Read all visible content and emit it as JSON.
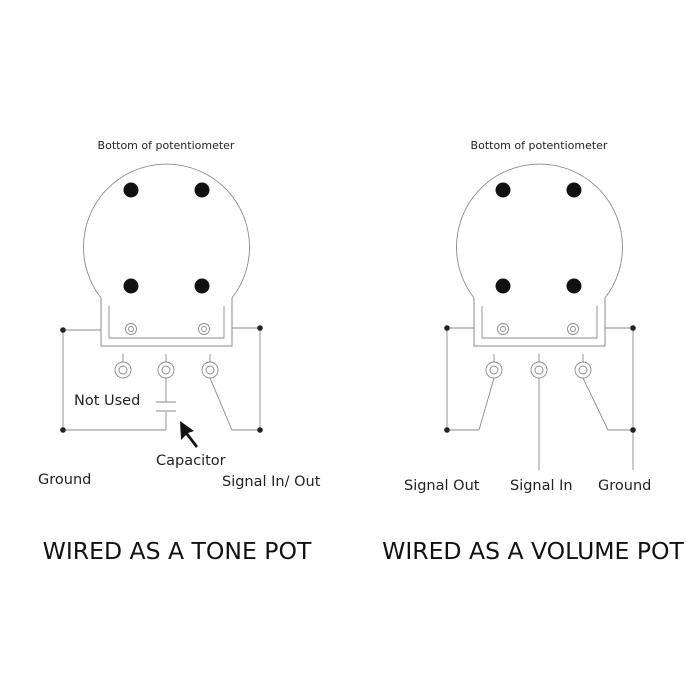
{
  "left": {
    "header": "Bottom of potentiometer",
    "label_not_used": "Not Used",
    "label_capacitor": "Capacitor",
    "label_ground": "Ground",
    "label_signal": "Signal In/ Out",
    "title": "WIRED AS A TONE POT"
  },
  "right": {
    "header": "Bottom of potentiometer",
    "label_signal_out": "Signal  Out",
    "label_signal_in": "Signal In",
    "label_ground": "Ground",
    "title": "WIRED AS A VOLUME POT"
  }
}
